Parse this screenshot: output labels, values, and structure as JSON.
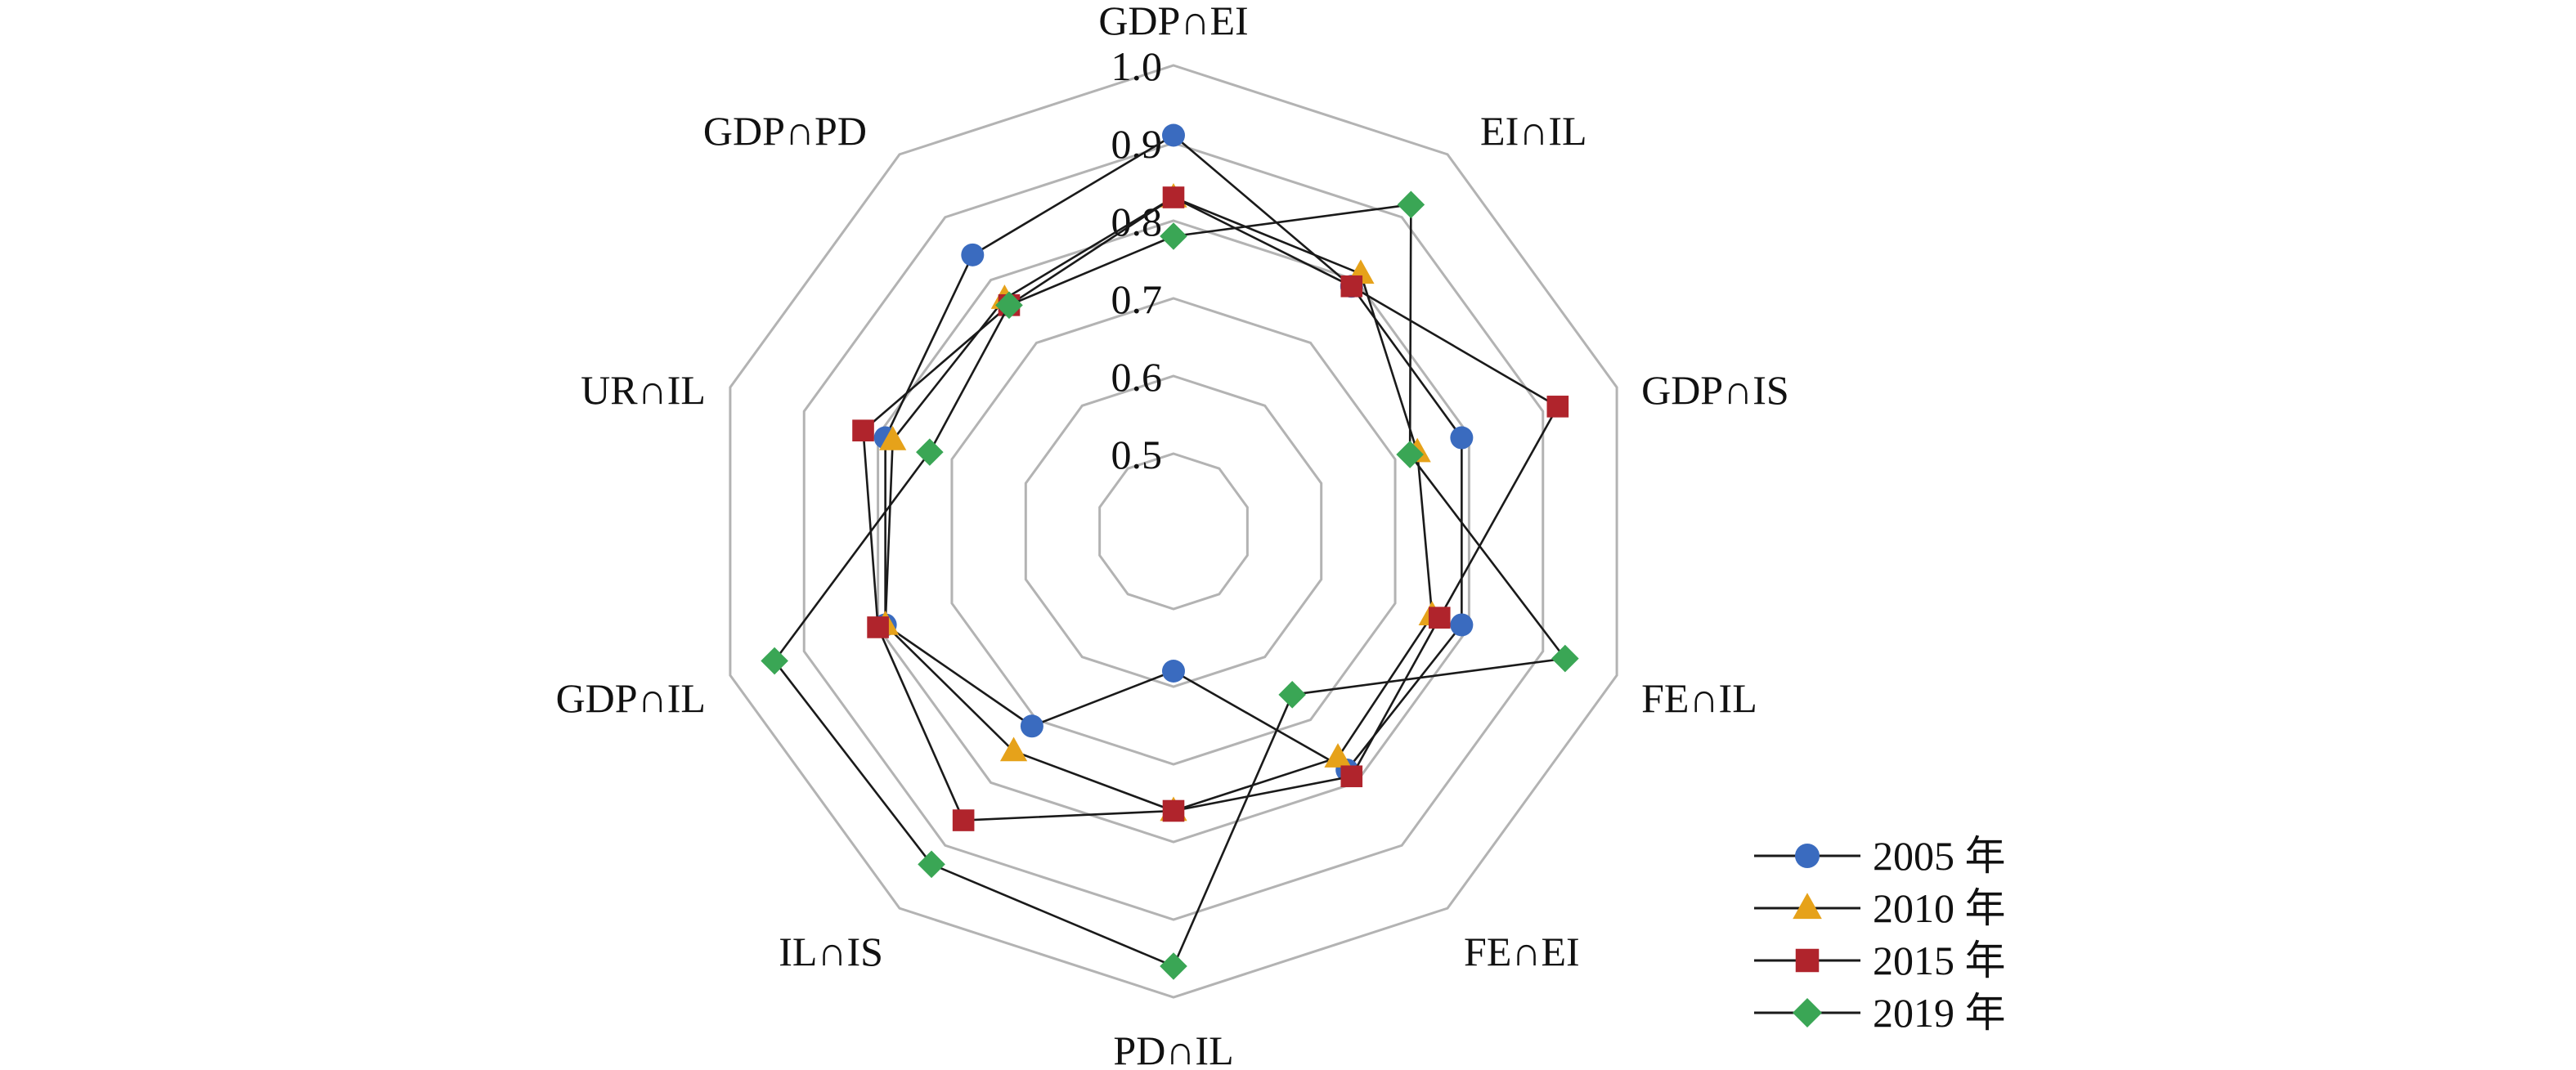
{
  "chart_data": {
    "type": "radar",
    "categories": [
      "GDP∩EI",
      "EI∩IL",
      "GDP∩IS",
      "FE∩IL",
      "FE∩EI",
      "PD∩IL",
      "IL∩IS",
      "GDP∩IL",
      "UR∩IL",
      "GDP∩PD"
    ],
    "rlim": [
      0.4,
      1.0
    ],
    "ticks": [
      "0.5",
      "0.6",
      "0.7",
      "0.8",
      "0.9",
      "1.0"
    ],
    "grid": true,
    "legend_position": "bottom-right",
    "series": [
      {
        "name": "2005 年",
        "marker": "circle",
        "color": "#3a6bbf",
        "values": [
          0.91,
          0.79,
          0.79,
          0.79,
          0.78,
          0.58,
          0.71,
          0.79,
          0.79,
          0.84
        ]
      },
      {
        "name": "2010 年",
        "marker": "triangle",
        "color": "#e6a21a",
        "values": [
          0.83,
          0.81,
          0.73,
          0.75,
          0.76,
          0.76,
          0.75,
          0.79,
          0.78,
          0.77
        ]
      },
      {
        "name": "2015 年",
        "marker": "square",
        "color": "#b0242c",
        "values": [
          0.83,
          0.79,
          0.92,
          0.76,
          0.79,
          0.76,
          0.86,
          0.8,
          0.82,
          0.76
        ]
      },
      {
        "name": "2019 年",
        "marker": "diamond",
        "color": "#3aa655",
        "values": [
          0.78,
          0.92,
          0.72,
          0.93,
          0.66,
          0.96,
          0.93,
          0.94,
          0.73,
          0.76
        ]
      }
    ]
  }
}
